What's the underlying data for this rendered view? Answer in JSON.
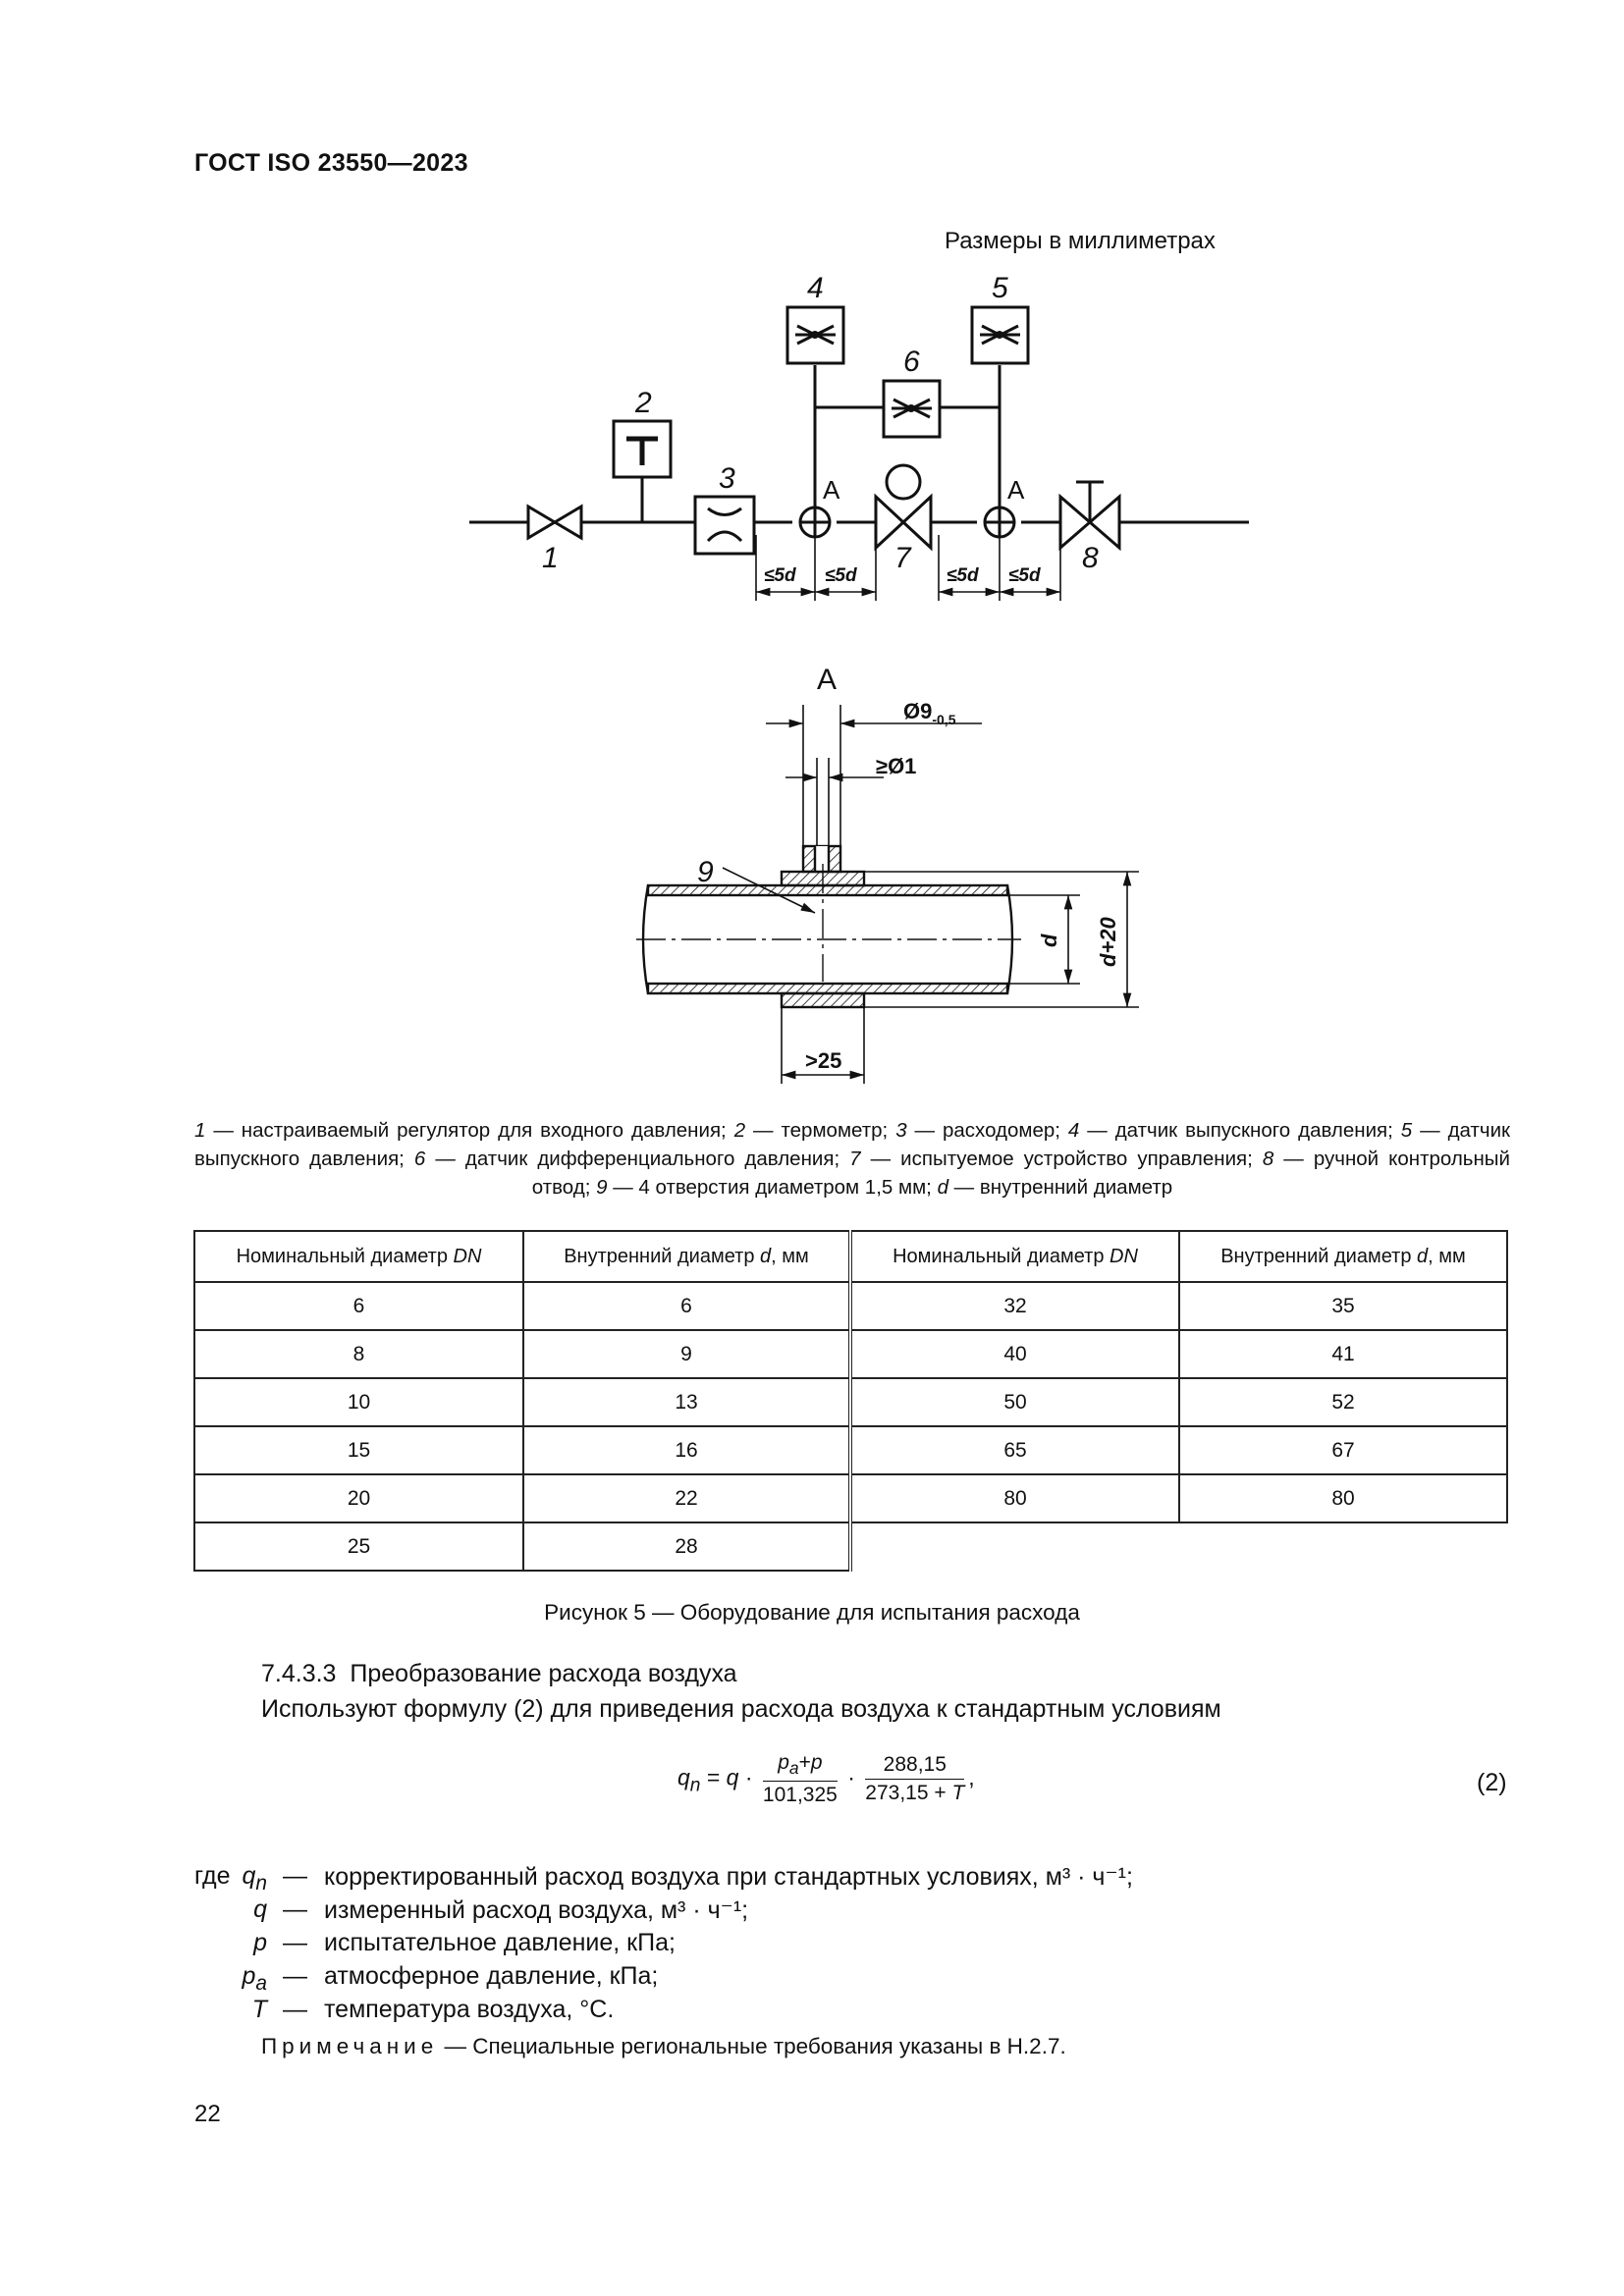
{
  "header": {
    "doc_id": "ГОСТ ISO 23550—2023"
  },
  "figure": {
    "units_note": "Размеры в миллиметрах",
    "callouts": [
      "1",
      "2",
      "3",
      "4",
      "5",
      "6",
      "7",
      "8",
      "9"
    ],
    "tap_label": "A",
    "section_title": "A",
    "dim_5d": "≤5d",
    "dim_outer": "Ø9",
    "dim_outer_tol": "-0,5",
    "dim_hole": "≥Ø1",
    "dim_len": ">25",
    "dim_d": "d",
    "dim_d20": "d+20",
    "legend": [
      {
        "n": "1",
        "t": " — настраиваемый регулятор для входного давления; "
      },
      {
        "n": "2",
        "t": " — термометр; "
      },
      {
        "n": "3",
        "t": " — расходомер; "
      },
      {
        "n": "4",
        "t": " — датчик выпускного давления; "
      },
      {
        "n": "5",
        "t": " — датчик выпускного давления; "
      },
      {
        "n": "6",
        "t": " — датчик дифференциального давления; "
      },
      {
        "n": "7",
        "t": " — испытуемое устройство управления; "
      },
      {
        "n": "8",
        "t": " — ручной контрольный отвод; "
      },
      {
        "n": "9",
        "t": " — 4 отверстия диаметром 1,5 мм; "
      },
      {
        "n": "d",
        "t": " — внутренний диаметр"
      }
    ]
  },
  "table": {
    "headers": [
      "Номинальный диаметр DN",
      "Внутренний диаметр d, мм",
      "Номинальный диаметр DN",
      "Внутренний диаметр d, мм"
    ],
    "left_rows": [
      [
        "6",
        "6"
      ],
      [
        "8",
        "9"
      ],
      [
        "10",
        "13"
      ],
      [
        "15",
        "16"
      ],
      [
        "20",
        "22"
      ],
      [
        "25",
        "28"
      ]
    ],
    "right_rows": [
      [
        "32",
        "35"
      ],
      [
        "40",
        "41"
      ],
      [
        "50",
        "52"
      ],
      [
        "65",
        "67"
      ],
      [
        "80",
        "80"
      ]
    ]
  },
  "caption": "Рисунок 5 — Оборудование для испытания расхода",
  "section": {
    "number": "7.4.3.3",
    "title": "Преобразование расхода воздуха",
    "intro": "Используют формулу (2) для приведения расхода воздуха к стандартным условиям"
  },
  "formula": {
    "number": "(2)"
  },
  "where_label": "где",
  "definitions": [
    {
      "sym": "q",
      "sub": "n",
      "text": "корректированный расход воздуха при стандартных условиях, м³ · ч⁻¹;"
    },
    {
      "sym": "q",
      "sub": "",
      "text": "измеренный расход воздуха, м³ · ч⁻¹;"
    },
    {
      "sym": "p",
      "sub": "",
      "text": "испытательное давление, кПа;"
    },
    {
      "sym": "p",
      "sub": "a",
      "text": "атмосферное давление, кПа;"
    },
    {
      "sym": "T",
      "sub": "",
      "text": "температура воздуха, °С."
    }
  ],
  "note": {
    "label": "Примечание",
    "text": " — Специальные региональные требования указаны в Н.2.7."
  },
  "page_number": "22"
}
